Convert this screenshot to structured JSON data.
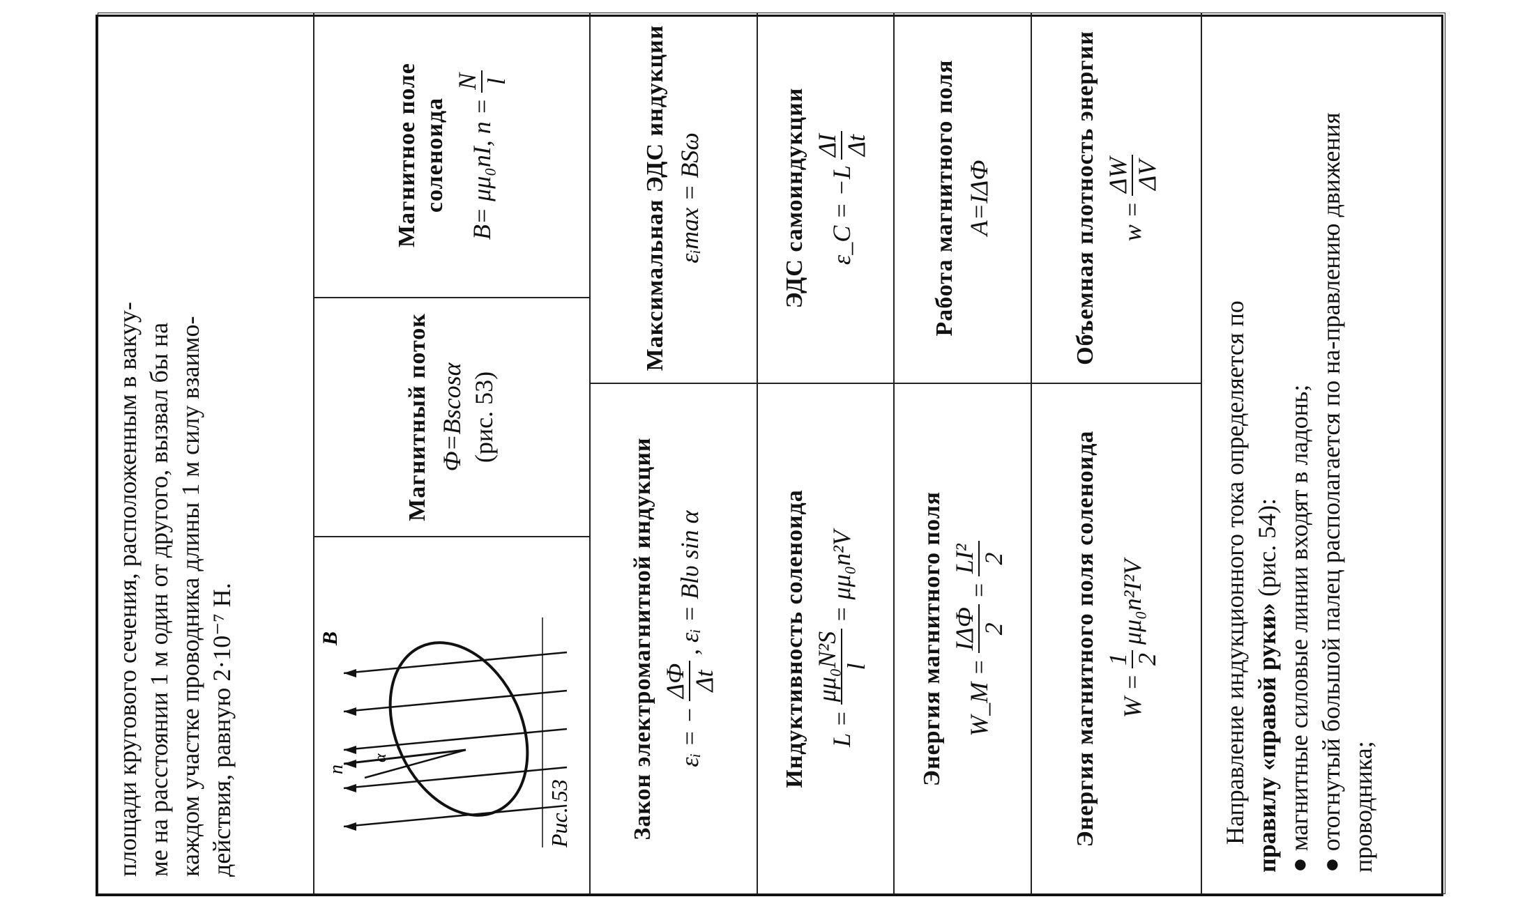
{
  "intro": {
    "lines": [
      "площади кругового сечения, расположенным в вакуу-",
      "ме на расстоянии 1 м один от другого, вызвал бы на",
      "каждом участке проводника длины 1 м силу взаимо-",
      "действия, равную 2·10⁻⁷ Н."
    ]
  },
  "figure": {
    "caption": "Рис. 53",
    "label_n": "n",
    "label_alpha": "α",
    "label_b": "B"
  },
  "flux": {
    "title": "Магнитный поток",
    "formula": "Ф=Bscosα",
    "ref": "(рис. 53)"
  },
  "solenoid_field": {
    "title": "Магнитное поле соленоида",
    "lhs": "B= μμ₀nI, n =",
    "num": "N",
    "den": "l"
  },
  "em_law": {
    "title": "Закон электромагнитной индукции",
    "lhs": "εᵢ = −",
    "num": "ΔФ",
    "den": "Δt",
    "rest": ", εᵢ = Blυ sin α"
  },
  "max_emf": {
    "title": "Максимальная ЭДС индукции",
    "formula": "εᵢmax = BSω"
  },
  "inductance": {
    "title": "Индуктивность соленоида",
    "lhs": "L =",
    "num": "μμ₀N²S",
    "den": "l",
    "rest": "= μμ₀n²V"
  },
  "self_induction": {
    "title": "ЭДС самоиндукции",
    "lhs": "ε_C = −L",
    "num": "ΔI",
    "den": "Δt"
  },
  "energy": {
    "title": "Энергия магнитного поля",
    "lhs": "W_М =",
    "num1": "IΔФ",
    "den1": "2",
    "mid": "=",
    "num2": "LI²",
    "den2": "2"
  },
  "work": {
    "title": "Работа магнитного поля",
    "formula": "A=IΔФ"
  },
  "energy_solenoid": {
    "title": "Энергия магнитного поля соленоида",
    "lhs": "W =",
    "num": "1",
    "den": "2",
    "rest": "μμ₀n²I²V"
  },
  "density": {
    "title": "Объемная плотность энергии",
    "lhs": "w =",
    "num": "ΔW",
    "den": "ΔV"
  },
  "rule": {
    "line1": "Направление индукционного тока определяется по",
    "bold": "правилу «правой руки»",
    "after": " (рис. 54):",
    "bullets": [
      "магнитные силовые линии входят в ладонь;",
      "отогнутый большой палец располагается по на-правлению движения проводника;"
    ]
  }
}
